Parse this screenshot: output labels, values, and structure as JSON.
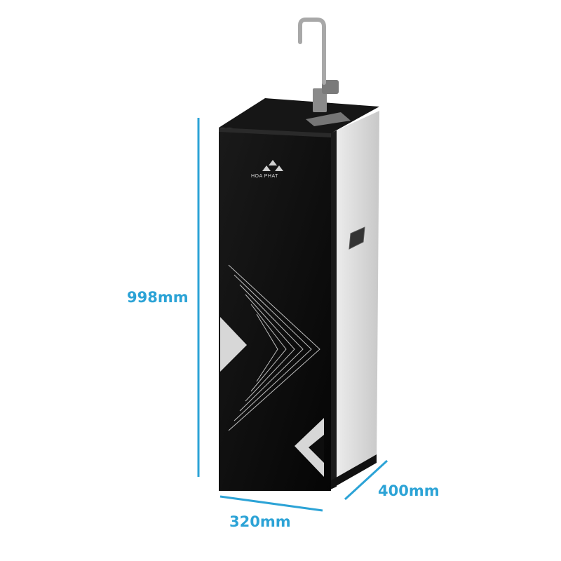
{
  "product": {
    "brand_text": "HOA PHAT",
    "body_color": "#0d0d0d",
    "side_panel_color": "#dcdcdc",
    "accent_pattern_color": "#b9b9b9",
    "faucet_color": "#9a9a9a"
  },
  "dimensions": {
    "height_label": "998mm",
    "width_label": "320mm",
    "depth_label": "400mm",
    "line_color": "#2ca3d6"
  }
}
